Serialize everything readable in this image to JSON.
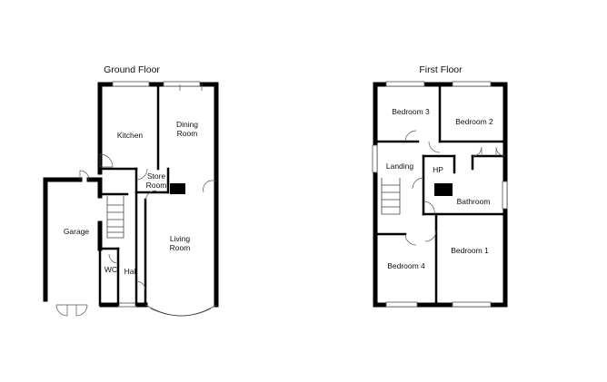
{
  "floors": [
    {
      "id": "ground",
      "title": "Ground Floor",
      "rooms": [
        {
          "id": "kitchen",
          "label": "Kitchen"
        },
        {
          "id": "dining",
          "label": "Dining\nRoom"
        },
        {
          "id": "store",
          "label": "Store\nRoom"
        },
        {
          "id": "garage",
          "label": "Garage"
        },
        {
          "id": "living",
          "label": "Living\nRoom"
        },
        {
          "id": "wc",
          "label": "WC"
        },
        {
          "id": "hall",
          "label": "Hall"
        }
      ]
    },
    {
      "id": "first",
      "title": "First Floor",
      "rooms": [
        {
          "id": "bedroom3",
          "label": "Bedroom 3"
        },
        {
          "id": "bedroom2",
          "label": "Bedroom 2"
        },
        {
          "id": "landing",
          "label": "Landing"
        },
        {
          "id": "hp",
          "label": "HP"
        },
        {
          "id": "bathroom",
          "label": "Bathroom"
        },
        {
          "id": "bedroom4",
          "label": "Bedroom 4"
        },
        {
          "id": "bedroom1",
          "label": "Bedroom 1"
        }
      ]
    }
  ]
}
